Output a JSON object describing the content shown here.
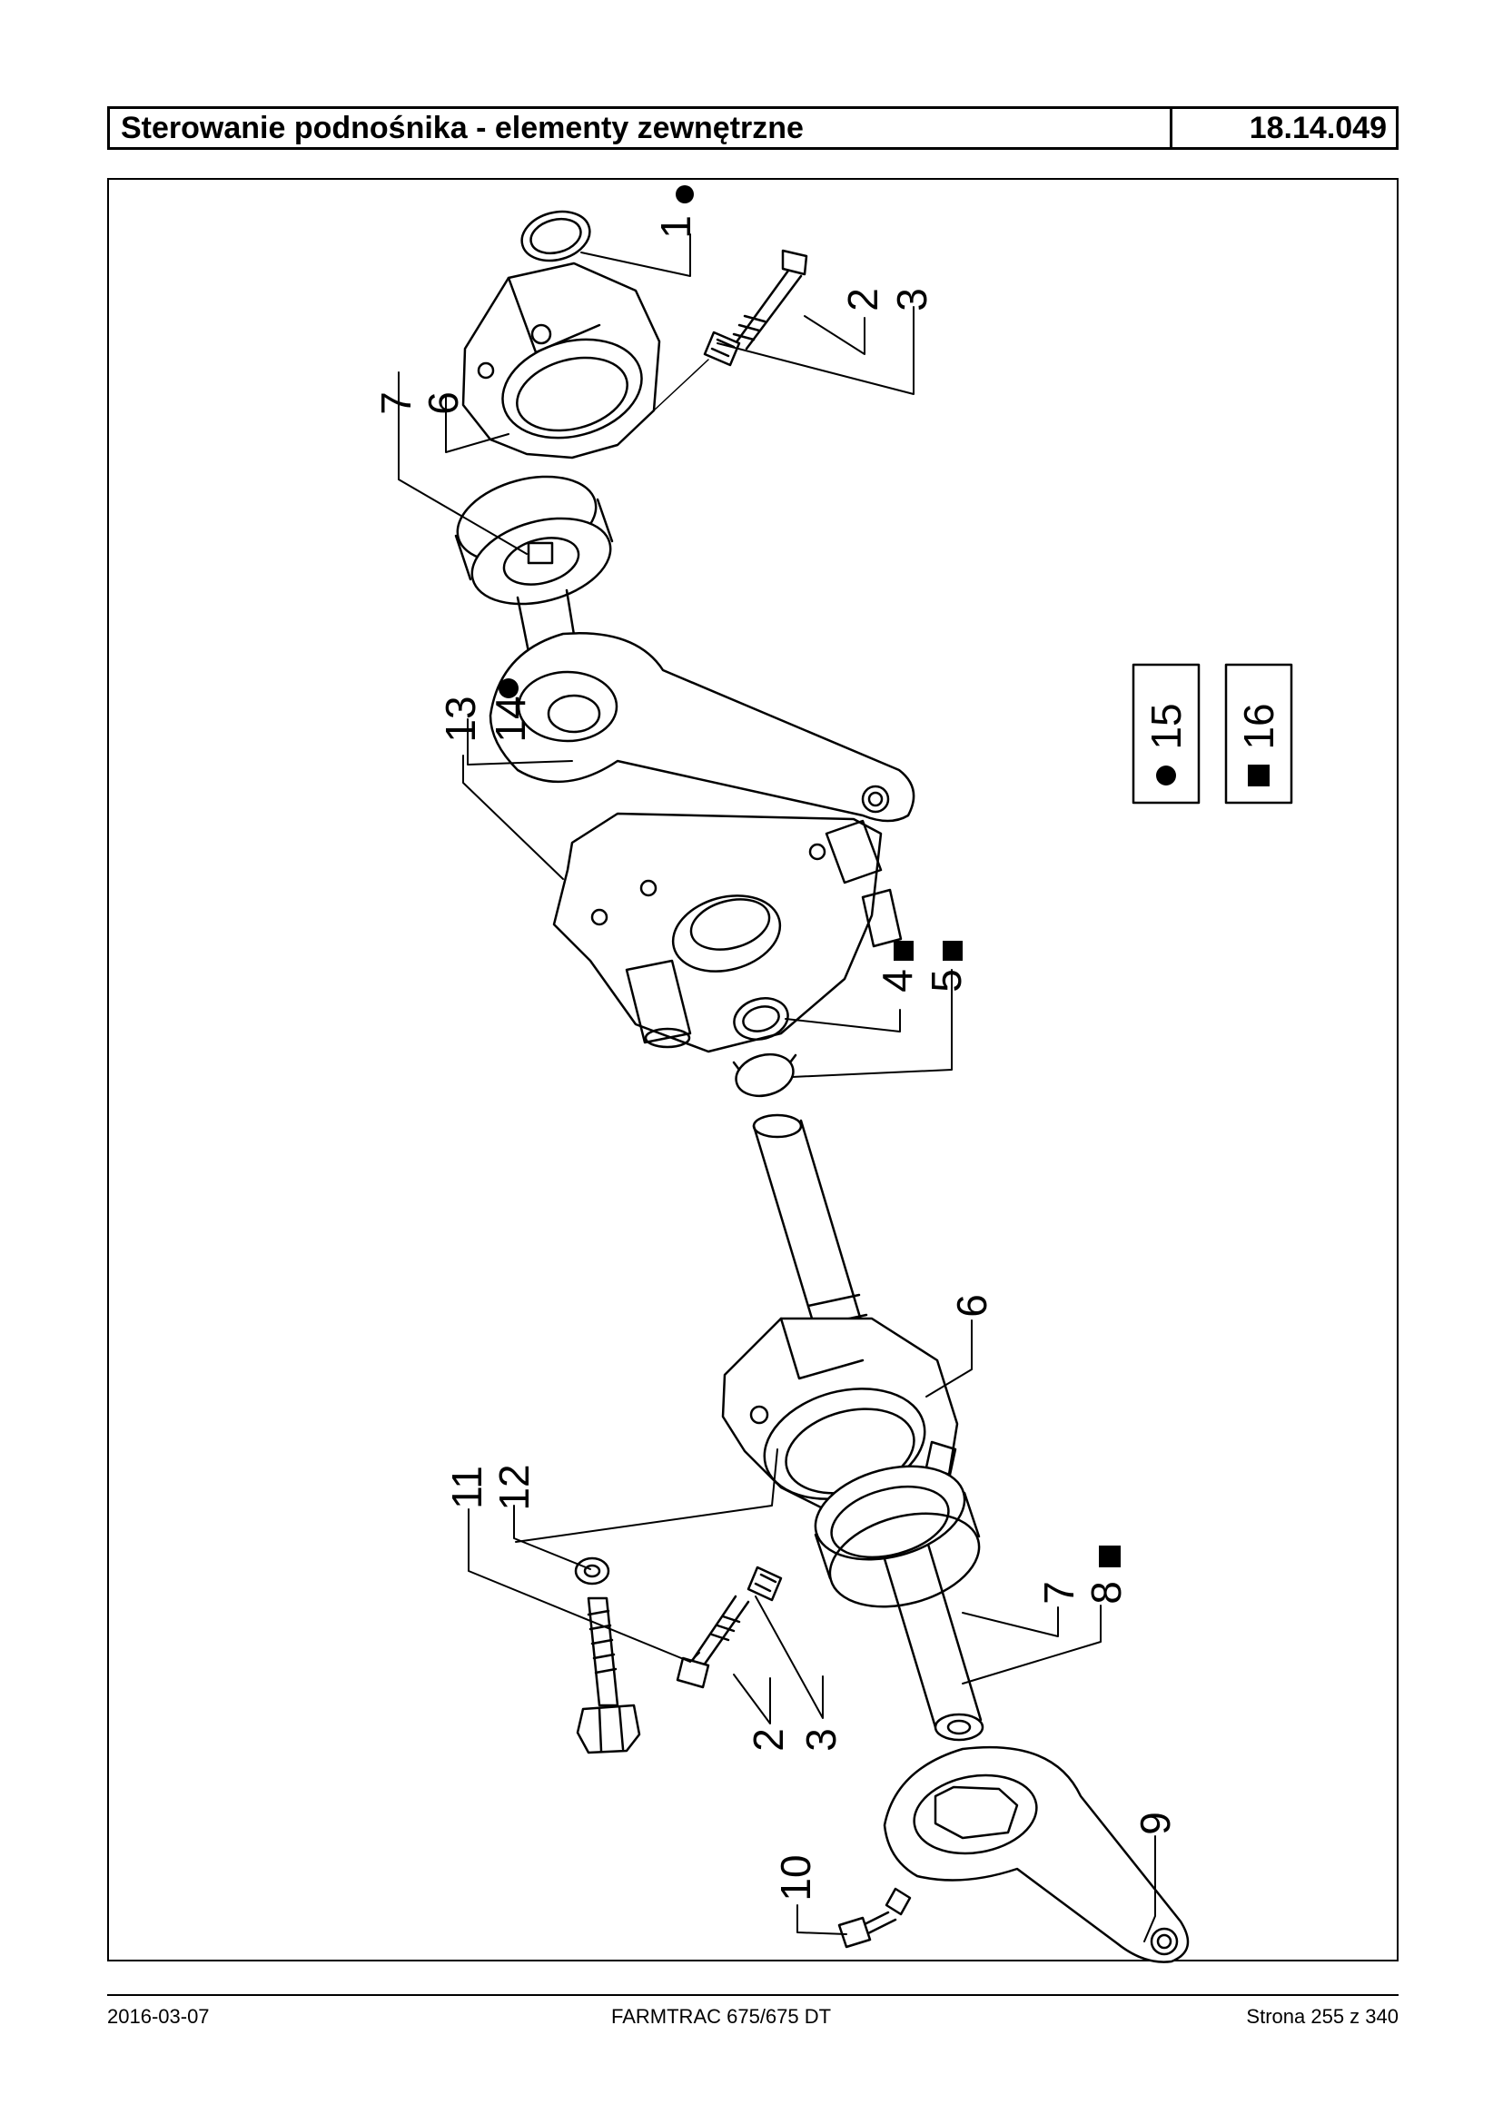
{
  "header": {
    "title": "Sterowanie podnośnika - elementy zewnętrzne",
    "code": "18.14.049"
  },
  "callouts": {
    "c1": "1",
    "c2a": "2",
    "c3a": "3",
    "c7a": "7",
    "c6a": "6",
    "c13": "13",
    "c14": "14",
    "c4": "4",
    "c5": "5",
    "c6b": "6",
    "c11": "11",
    "c12": "12",
    "c7b": "7",
    "c8": "8",
    "c2b": "2",
    "c3b": "3",
    "c10": "10",
    "c9": "9"
  },
  "legend": {
    "circle_item": "15",
    "square_item": "16"
  },
  "footer": {
    "date": "2016-03-07",
    "model": "FARMTRAC 675/675 DT",
    "page": "Strona 255 z 340"
  }
}
